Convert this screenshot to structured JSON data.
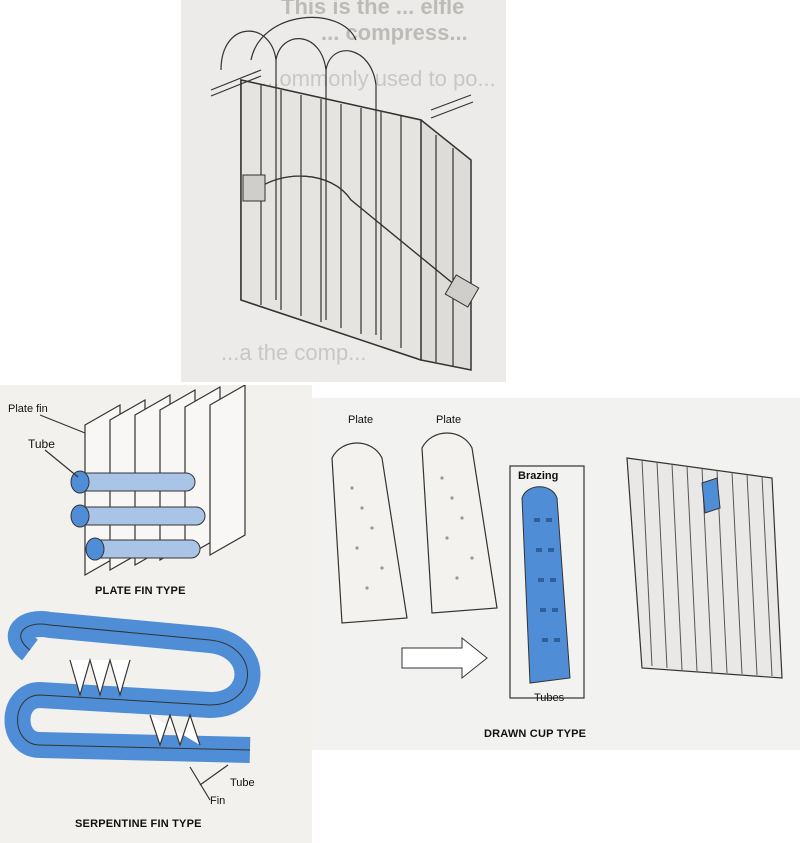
{
  "top_panel": {
    "bg_lines": [
      "This is the ... elfle",
      "... compress...",
      "...ommonly used to po...",
      "...a the comp..."
    ]
  },
  "plate_fin": {
    "caption": "PLATE FIN TYPE",
    "labels": {
      "plate_fin": "Plate fin",
      "tube": "Tube"
    }
  },
  "serpentine": {
    "caption": "SERPENTINE FIN TYPE",
    "labels": {
      "tube": "Tube",
      "fin": "Fin"
    }
  },
  "drawn_cup": {
    "caption": "DRAWN CUP TYPE",
    "labels": {
      "plate_left": "Plate",
      "plate_right": "Plate",
      "brazing": "Brazing",
      "tubes": "Tubes"
    }
  },
  "colors": {
    "accent_blue": "#4f8ed6",
    "line": "#333333",
    "paper": "#ecebea"
  }
}
